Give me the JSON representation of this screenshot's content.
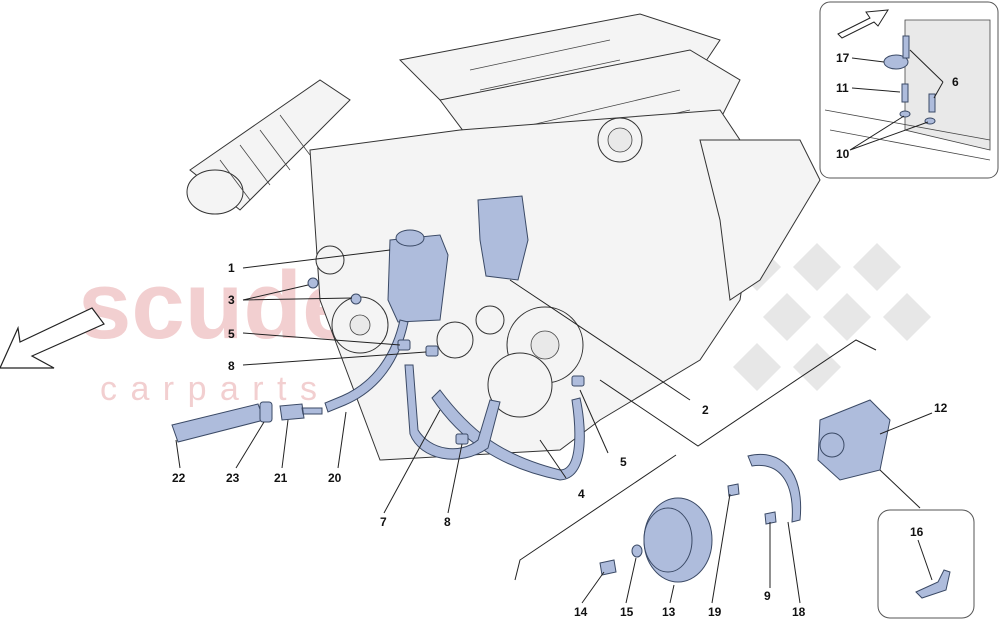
{
  "watermark": {
    "brand": "scuderia",
    "sub": "c a r   p a r t s"
  },
  "colors": {
    "part_highlight": "#aebcdc",
    "part_outline": "#3b4a66",
    "watermark": "#e8a9ab"
  },
  "callouts": {
    "c1": "1",
    "c2": "2",
    "c3": "3",
    "c4": "4",
    "c5a": "5",
    "c5b": "5",
    "c6": "6",
    "c7": "7",
    "c8a": "8",
    "c8b": "8",
    "c9": "9",
    "c10": "10",
    "c11": "11",
    "c12": "12",
    "c13": "13",
    "c14": "14",
    "c15": "15",
    "c16": "16",
    "c17": "17",
    "c18": "18",
    "c19": "19",
    "c20": "20",
    "c21": "21",
    "c22": "22",
    "c23": "23"
  },
  "icons": [
    "direction-arrow-icon",
    "inset-direction-arrow-icon"
  ]
}
